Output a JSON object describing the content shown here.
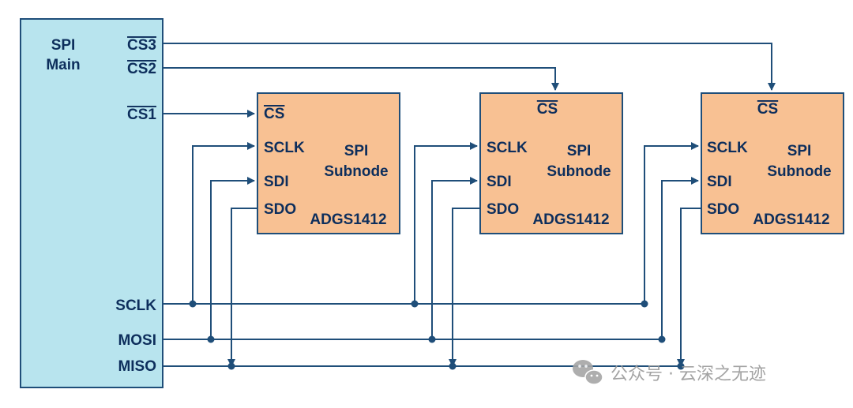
{
  "main": {
    "title_line1": "SPI",
    "title_line2": "Main",
    "pins": {
      "cs3": "CS3",
      "cs2": "CS2",
      "cs1": "CS1",
      "sclk": "SCLK",
      "mosi": "MOSI",
      "miso": "MISO"
    }
  },
  "subnodes": [
    {
      "cs": "CS",
      "sclk": "SCLK",
      "sdi": "SDI",
      "sdo": "SDO",
      "title_line1": "SPI",
      "title_line2": "Subnode",
      "part": "ADGS1412"
    },
    {
      "cs": "CS",
      "sclk": "SCLK",
      "sdi": "SDI",
      "sdo": "SDO",
      "title_line1": "SPI",
      "title_line2": "Subnode",
      "part": "ADGS1412"
    },
    {
      "cs": "CS",
      "sclk": "SCLK",
      "sdi": "SDI",
      "sdo": "SDO",
      "title_line1": "SPI",
      "title_line2": "Subnode",
      "part": "ADGS1412"
    }
  ],
  "watermark": "公众号 · 云深之无迹",
  "colors": {
    "main_fill": "#b8e4ee",
    "subnode_fill": "#f8c193",
    "wire": "#1f4e79",
    "text": "#0d2e5c"
  }
}
